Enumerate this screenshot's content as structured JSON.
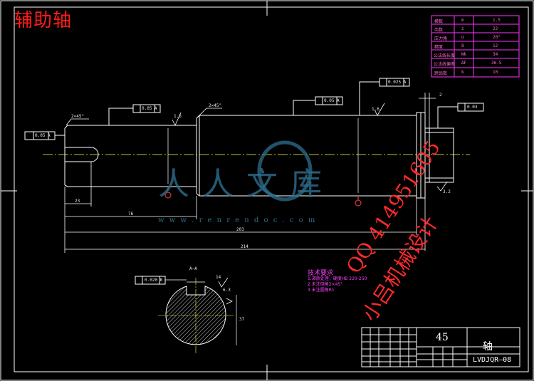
{
  "title": "辅助轴",
  "watermark": {
    "cn": "人人文库",
    "url": "w w w . r e n r e n d o c . c o m"
  },
  "qq": {
    "line1": "QQ 414951605",
    "line2": "小吕机械设计"
  },
  "param_table": [
    {
      "name": "模数",
      "sym": "m",
      "val": "1.5"
    },
    {
      "name": "齿数",
      "sym": "z",
      "val": "22"
    },
    {
      "name": "压力角",
      "sym": "α",
      "val": "20°"
    },
    {
      "name": "精度",
      "sym": "8",
      "val": "12"
    },
    {
      "name": "公法线长度",
      "sym": "Wk",
      "val": "34"
    },
    {
      "name": "公法线偏差",
      "sym": "ΔF",
      "val": "36.5"
    },
    {
      "name": "跨齿数",
      "sym": "k",
      "val": "10"
    }
  ],
  "dims": {
    "chamfer_left": "2×45°",
    "chamfer_mid": "2×45°",
    "len_key": "23",
    "len_step": "76",
    "len_total1": "203",
    "len_total2": "214",
    "groove": "2",
    "ra1": "1.6",
    "ra2": "1.6",
    "ra3": "3.2",
    "ra4": "6.3",
    "sec_label": "A—A",
    "sec_w": "14",
    "sec_h": "37"
  },
  "tolerances": {
    "t1": "0.05 A",
    "t2": "0.05 A",
    "t3": "0.05 A",
    "t4": "0.025 A",
    "t5": "0.03",
    "t6": "0.020 B"
  },
  "notes": {
    "heading": "技术要求",
    "lines": [
      "1.调质处理，硬度HB 220-250",
      "2.未注倒角2×45°",
      "3.未注圆角R1"
    ]
  },
  "title_block": {
    "material": "45",
    "part_name": "轴",
    "drawing_no": "LVDJQR—08"
  }
}
